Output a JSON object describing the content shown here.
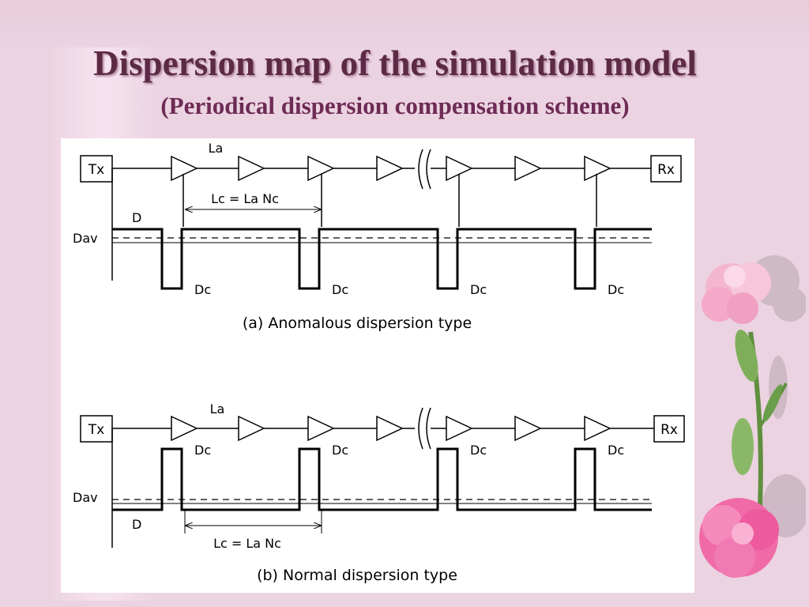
{
  "slide": {
    "title": "Dispersion map of the simulation model",
    "subtitle": "(Periodical dispersion compensation scheme)"
  },
  "diagram_a": {
    "tx": "Tx",
    "rx": "Rx",
    "la": "La",
    "lc": "Lc = La Nc",
    "d": "D",
    "dav": "Dav",
    "dc": [
      "Dc",
      "Dc",
      "Dc",
      "Dc"
    ],
    "caption": "(a) Anomalous dispersion type"
  },
  "diagram_b": {
    "tx": "Tx",
    "rx": "Rx",
    "la": "La",
    "lc": "Lc = La Nc",
    "d": "D",
    "dav": "Dav",
    "dc": [
      "Dc",
      "Dc",
      "Dc",
      "Dc"
    ],
    "caption": "(b) Normal dispersion type"
  },
  "colors": {
    "background": "#ecd3e1",
    "title": "#5c2a45",
    "subtitle": "#6d2b55",
    "flower_pink": "#f06aa8",
    "leaf_green": "#6a9e4a"
  }
}
